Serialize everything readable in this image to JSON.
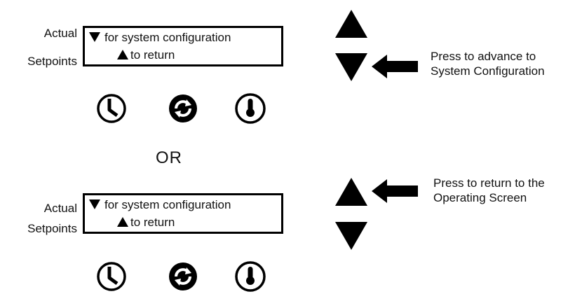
{
  "panels": [
    {
      "labels": [
        "Actual",
        "Setpoints"
      ],
      "screen": {
        "line1": "for system configuration",
        "line2": "to return"
      },
      "icons": [
        "clock-icon",
        "refresh-icon",
        "thermometer-icon"
      ],
      "highlighted_key": "down",
      "hint": [
        "Press to advance to",
        "System Configuration"
      ]
    },
    {
      "labels": [
        "Actual",
        "Setpoints"
      ],
      "screen": {
        "line1": "for system configuration",
        "line2": "to return"
      },
      "icons": [
        "clock-icon",
        "refresh-icon",
        "thermometer-icon"
      ],
      "highlighted_key": "up",
      "hint": [
        "Press to return to the",
        "Operating Screen"
      ]
    }
  ],
  "separator": "OR"
}
